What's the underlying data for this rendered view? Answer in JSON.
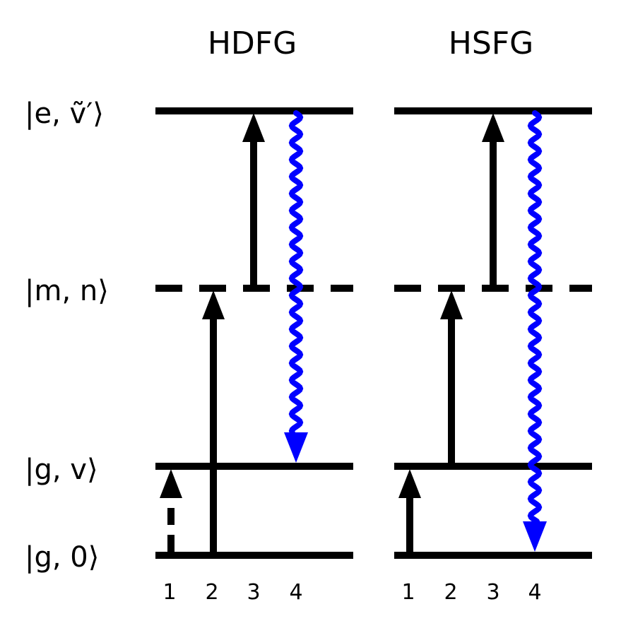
{
  "colors": {
    "line": "#000000",
    "emission": "#0000ff"
  },
  "states": [
    {
      "id": "e",
      "label": "|e, ṽ′⟩",
      "style": "solid"
    },
    {
      "id": "m",
      "label": "|m, n⟩",
      "style": "dashed"
    },
    {
      "id": "gv",
      "label": "|g, v⟩",
      "style": "solid"
    },
    {
      "id": "g0",
      "label": "|g, 0⟩",
      "style": "solid"
    }
  ],
  "panels": [
    {
      "title": "HDFG",
      "steps": [
        "1",
        "2",
        "3",
        "4"
      ],
      "transitions": [
        {
          "step": "1",
          "from": "g0",
          "to": "gv",
          "direction": "up",
          "style": "dashed",
          "color": "black"
        },
        {
          "step": "2",
          "from": "g0",
          "to": "m",
          "direction": "up",
          "style": "solid",
          "color": "black"
        },
        {
          "step": "3",
          "from": "m",
          "to": "e",
          "direction": "up",
          "style": "solid",
          "color": "black"
        },
        {
          "step": "4",
          "from": "e",
          "to": "gv",
          "direction": "down",
          "style": "wavy",
          "color": "blue"
        }
      ]
    },
    {
      "title": "HSFG",
      "steps": [
        "1",
        "2",
        "3",
        "4"
      ],
      "transitions": [
        {
          "step": "1",
          "from": "g0",
          "to": "gv",
          "direction": "up",
          "style": "solid",
          "color": "black"
        },
        {
          "step": "2",
          "from": "gv",
          "to": "m",
          "direction": "up",
          "style": "solid",
          "color": "black"
        },
        {
          "step": "3",
          "from": "m",
          "to": "e",
          "direction": "up",
          "style": "solid",
          "color": "black"
        },
        {
          "step": "4",
          "from": "e",
          "to": "g0",
          "direction": "down",
          "style": "wavy",
          "color": "blue"
        }
      ]
    }
  ]
}
